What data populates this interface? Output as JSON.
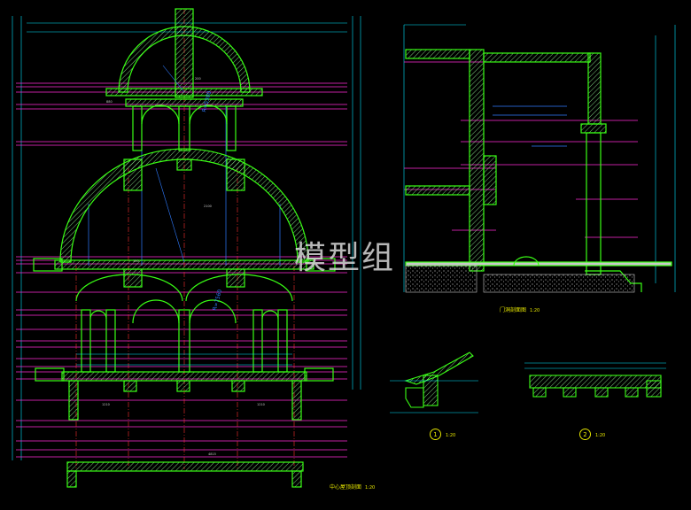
{
  "watermark": "模型组",
  "titles": {
    "main_section": "中心屋顶剖面",
    "main_scale": "1:20",
    "wall_section": "门洞剖面图",
    "wall_scale": "1:20",
    "detail1_no": "1",
    "detail1_scale": "1:20",
    "detail2_no": "2",
    "detail2_scale": "1:20"
  },
  "annotations": {
    "upper_dome_radius": "R=5300",
    "lower_dome_radius": "R=7560"
  },
  "colors": {
    "background": "#000000",
    "section_outline": "#39ff14",
    "hatch": "#9cff9c",
    "dimension": "#00e5ff",
    "level_lines": "#ff2bd6",
    "axis": "#ff3030",
    "axis_blue": "#2f7bff",
    "text": "#e6e600",
    "concrete": "#c8c8c8"
  }
}
